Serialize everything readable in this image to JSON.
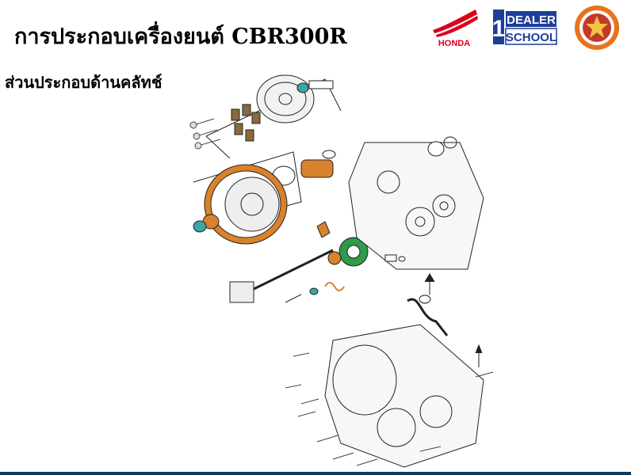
{
  "header": {
    "title": "การประกอบเครื่องยนต์ CBR300R",
    "subtitle": "ส่วนประกอบด้านคลัทช์"
  },
  "logos": {
    "honda": "HONDA",
    "dealer_school_1": "DEALER",
    "dealer_school_2": "SCHOOL",
    "dealer_number": "1"
  },
  "colors": {
    "honda_red": "#d9001b",
    "dealer_blue": "#1d3f9a",
    "seal_orange": "#e8731a",
    "part_orange": "#d9822b",
    "part_teal": "#3aa6a6",
    "part_green": "#2e9a4a"
  }
}
